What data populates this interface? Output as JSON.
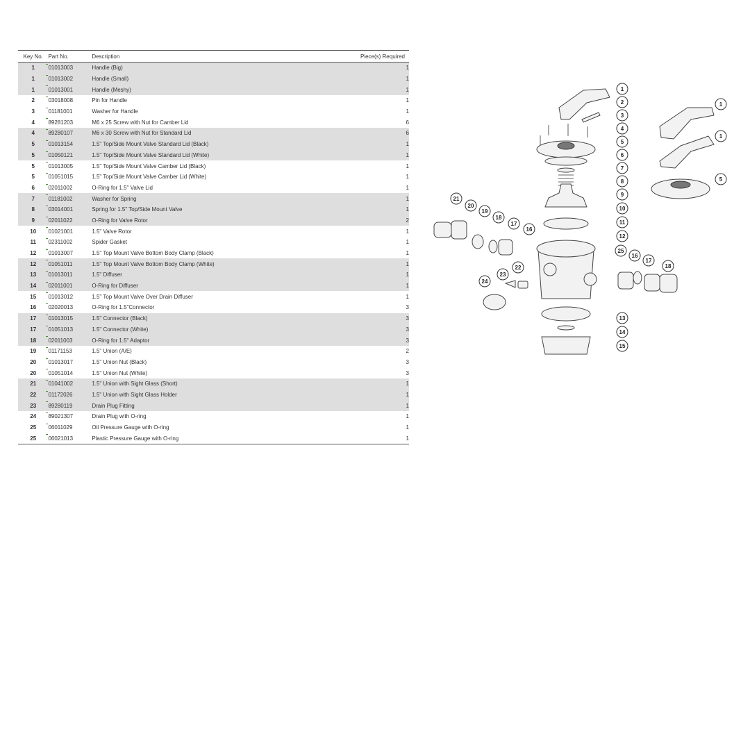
{
  "table": {
    "headers": {
      "key": "Key No.",
      "part": "Part No.",
      "desc": "Description",
      "qty": "Piece(s) Required"
    },
    "rows": [
      {
        "key": "1",
        "part": "01013003",
        "desc": "Handle (Big)",
        "qty": "1",
        "shaded": true
      },
      {
        "key": "1",
        "part": "01013002",
        "desc": "Handle (Small)",
        "qty": "1",
        "shaded": true
      },
      {
        "key": "1",
        "part": "01013001",
        "desc": "Handle (Meshy)",
        "qty": "1",
        "shaded": true
      },
      {
        "key": "2",
        "part": "03018008",
        "desc": "Pin for Handle",
        "qty": "1",
        "shaded": false
      },
      {
        "key": "3",
        "part": "01181001",
        "desc": "Washer for Handle",
        "qty": "1",
        "shaded": false
      },
      {
        "key": "4",
        "part": "89281203",
        "desc": "M6 x 25 Screw with Nut for Camber Lid",
        "qty": "6",
        "shaded": false
      },
      {
        "key": "4",
        "part": "89280107",
        "desc": "M6 x 30 Screw with Nut for Standard Lid",
        "qty": "6",
        "shaded": true
      },
      {
        "key": "5",
        "part": "01013154",
        "desc": "1.5\" Top/Side Mount Valve Standard Lid (Black)",
        "qty": "1",
        "shaded": true
      },
      {
        "key": "5",
        "part": "01050121",
        "desc": "1.5\" Top/Side Mount Valve Standard Lid (White)",
        "qty": "1",
        "shaded": true
      },
      {
        "key": "5",
        "part": "01013005",
        "desc": "1.5\" Top/Side Mount Valve Camber Lid (Black)",
        "qty": "1",
        "shaded": false
      },
      {
        "key": "5",
        "part": "01051015",
        "desc": "1.5\" Top/Side Mount Valve Camber Lid (White)",
        "qty": "1",
        "shaded": false
      },
      {
        "key": "6",
        "part": "02011002",
        "desc": "O-Ring for 1.5\" Valve Lid",
        "qty": "1",
        "shaded": false
      },
      {
        "key": "7",
        "part": "01181002",
        "desc": "Washer for Spring",
        "qty": "1",
        "shaded": true
      },
      {
        "key": "8",
        "part": "03014001",
        "desc": "Spring for 1.5\" Top/Side Mount Valve",
        "qty": "1",
        "shaded": true
      },
      {
        "key": "9",
        "part": "02011022",
        "desc": "O-Ring for Valve Rotor",
        "qty": "2",
        "shaded": true
      },
      {
        "key": "10",
        "part": "01021001",
        "desc": "1.5\" Valve Rotor",
        "qty": "1",
        "shaded": false
      },
      {
        "key": "11",
        "part": "02311002",
        "desc": "Spider Gasket",
        "qty": "1",
        "shaded": false
      },
      {
        "key": "12",
        "part": "01013007",
        "desc": "1.5\" Top Mount Valve Bottom Body Clamp (Black)",
        "qty": "1",
        "shaded": false
      },
      {
        "key": "12",
        "part": "01051011",
        "desc": "1.5\" Top Mount Valve Bottom Body Clamp (White)",
        "qty": "1",
        "shaded": true
      },
      {
        "key": "13",
        "part": "01013011",
        "desc": "1.5\" Diffuser",
        "qty": "1",
        "shaded": true
      },
      {
        "key": "14",
        "part": "02011001",
        "desc": "O-Ring for Diffuser",
        "qty": "1",
        "shaded": true
      },
      {
        "key": "15",
        "part": "01013012",
        "desc": "1.5\" Top Mount Valve Over Drain Diffuser",
        "qty": "1",
        "shaded": false
      },
      {
        "key": "16",
        "part": "02020013",
        "desc": "O-Ring for 1.5\"Connector",
        "qty": "3",
        "shaded": false
      },
      {
        "key": "17",
        "part": "01013015",
        "desc": "1.5\" Connector (Black)",
        "qty": "3",
        "shaded": true
      },
      {
        "key": "17",
        "part": "01051013",
        "desc": "1.5\" Connector (White)",
        "qty": "3",
        "shaded": true
      },
      {
        "key": "18",
        "part": "02011003",
        "desc": "O-Ring for 1.5\" Adaptor",
        "qty": "3",
        "shaded": true
      },
      {
        "key": "19",
        "part": "01171153",
        "desc": "1.5\" Union (A/E)",
        "qty": "2",
        "shaded": false
      },
      {
        "key": "20",
        "part": "01013017",
        "desc": "1.5\" Union Nut (Black)",
        "qty": "3",
        "shaded": false
      },
      {
        "key": "20",
        "part": "01051014",
        "desc": "1.5\" Union Nut (White)",
        "qty": "3",
        "shaded": false
      },
      {
        "key": "21",
        "part": "01041002",
        "desc": "1.5\" Union with Sight Glass (Short)",
        "qty": "1",
        "shaded": true
      },
      {
        "key": "22",
        "part": "01172026",
        "desc": "1.5\" Union with Sight Glass Holder",
        "qty": "1",
        "shaded": true
      },
      {
        "key": "23",
        "part": "89280119",
        "desc": "Drain Plug Fitting",
        "qty": "1",
        "shaded": true
      },
      {
        "key": "24",
        "part": "89021307",
        "desc": "Drain Plug with O-ring",
        "qty": "1",
        "shaded": false
      },
      {
        "key": "25",
        "part": "06011029",
        "desc": "Oil Pressure Gauge with O-ring",
        "qty": "1",
        "shaded": false
      },
      {
        "key": "25",
        "part": "06021013",
        "desc": "Plastic Pressure Gauge with O-ring",
        "qty": "1",
        "shaded": false
      }
    ]
  },
  "diagram": {
    "callouts": [
      "1",
      "2",
      "3",
      "4",
      "5",
      "6",
      "7",
      "8",
      "9",
      "10",
      "11",
      "12",
      "13",
      "14",
      "15",
      "16",
      "17",
      "18",
      "19",
      "20",
      "21",
      "22",
      "23",
      "24",
      "25",
      "16",
      "17",
      "18",
      "1",
      "1",
      "5"
    ]
  }
}
